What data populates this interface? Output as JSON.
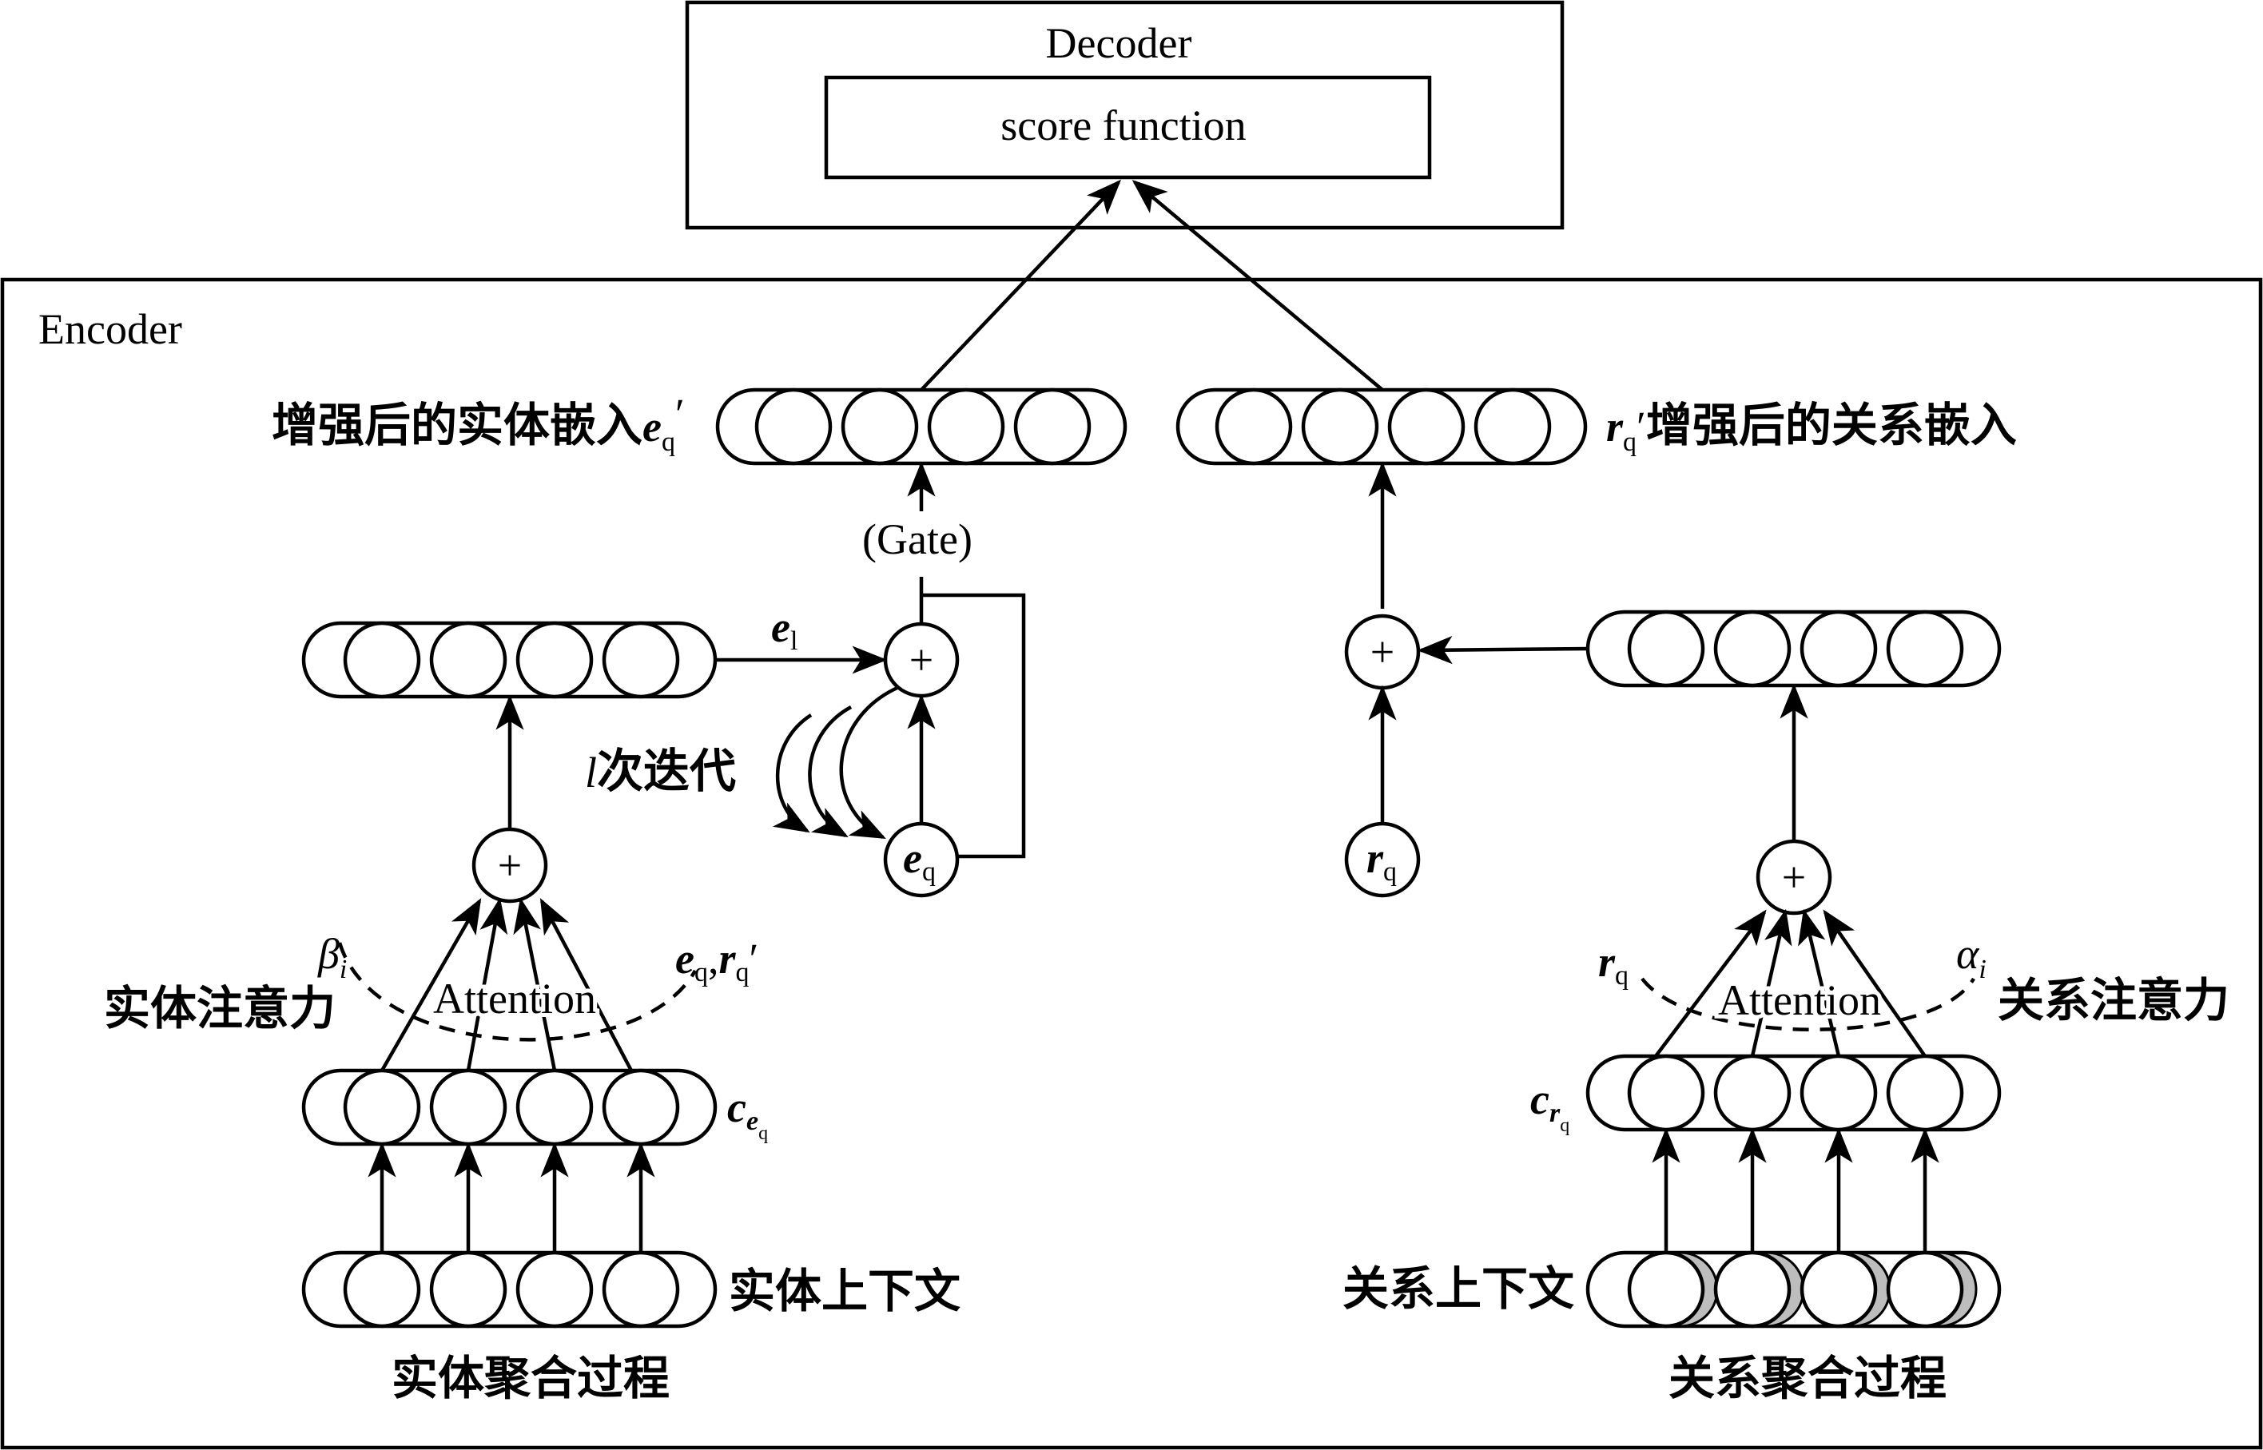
{
  "decoder": {
    "title": "Decoder",
    "inner": "score function"
  },
  "encoder": {
    "title": "Encoder"
  },
  "entity": {
    "enhanced_label": "增强后的实体嵌入",
    "enhanced_sym": "e",
    "enhanced_sub": "q",
    "prime": "′",
    "el_sym": "e",
    "el_sub": "l",
    "gate": "(Gate)",
    "iter_sym": "l",
    "iter_label": "次迭代",
    "eq_sym": "e",
    "eq_sub": "q",
    "beta": "β",
    "beta_sub": "i",
    "attn_label": "实体注意力",
    "attention": "Attention",
    "query_e": "e",
    "query_e_sub": "q",
    "query_comma": ",",
    "query_r": "r",
    "query_r_sub": "q",
    "c_sym": "c",
    "c_sub_e": "e",
    "c_sub_q": "q",
    "context_label": "实体上下文",
    "process_label": "实体聚合过程"
  },
  "relation": {
    "enhanced_sym": "r",
    "enhanced_sub": "q",
    "prime": "′",
    "enhanced_label": "增强后的关系嵌入",
    "rq_sym": "r",
    "rq_sub": "q",
    "query_sym": "r",
    "query_sub": "q",
    "attention": "Attention",
    "alpha": "α",
    "alpha_sub": "i",
    "attn_label": "关系注意力",
    "c_sym": "c",
    "c_sub_r": "r",
    "c_sub_q": "q",
    "context_label": "关系上下文",
    "process_label": "关系聚合过程"
  },
  "plus": "+"
}
